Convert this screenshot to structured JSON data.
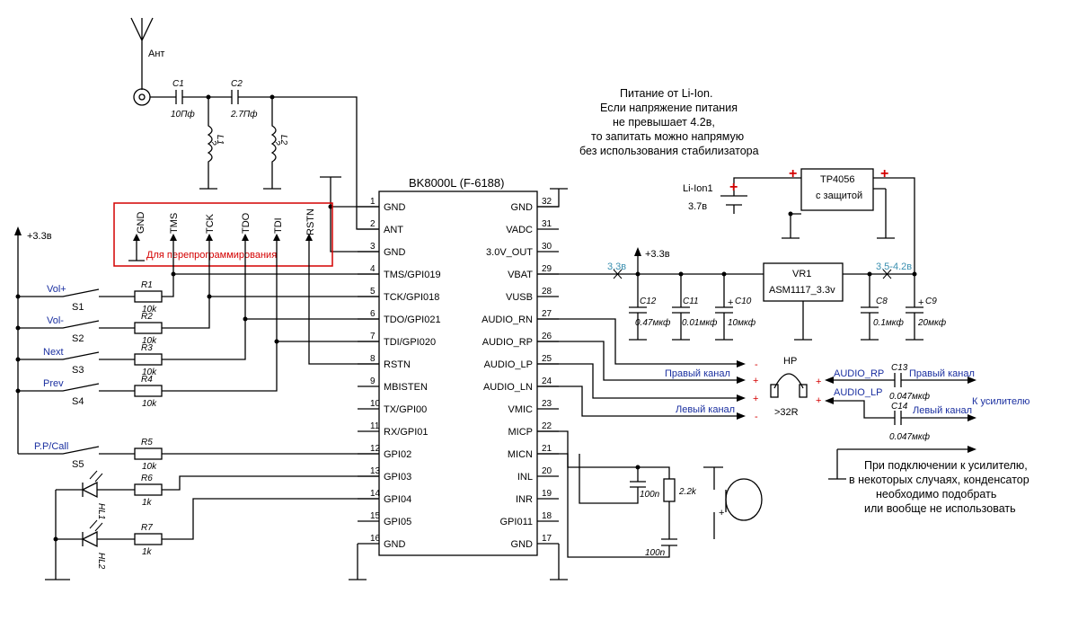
{
  "antenna": {
    "label": "Ант"
  },
  "capacitors": {
    "c1": {
      "ref": "C1",
      "value": "10Пф"
    },
    "c2": {
      "ref": "C2",
      "value": "2.7Пф"
    },
    "c12": {
      "ref": "C12",
      "value": "0.47мкф"
    },
    "c11": {
      "ref": "C11",
      "value": "0.01мкф"
    },
    "c10": {
      "ref": "C10",
      "value": "10мкф"
    },
    "c8": {
      "ref": "C8",
      "value": "0.1мкф"
    },
    "c9": {
      "ref": "C9",
      "value": "20мкф"
    },
    "c13": {
      "ref": "C13",
      "value": "0.047мкф"
    },
    "c14": {
      "ref": "C14",
      "value": "0.047мкф"
    },
    "mic_c1": {
      "value": "100n"
    },
    "mic_c2": {
      "value": "100n"
    }
  },
  "inductors": {
    "l1": {
      "ref": "L1",
      "value": "?"
    },
    "l2": {
      "ref": "L2",
      "value": "?"
    }
  },
  "chip": {
    "title": "BK8000L (F-6188)",
    "left_pins": [
      {
        "num": "1",
        "name": "GND"
      },
      {
        "num": "2",
        "name": "ANT"
      },
      {
        "num": "3",
        "name": "GND"
      },
      {
        "num": "4",
        "name": "TMS/GPI019"
      },
      {
        "num": "5",
        "name": "TCK/GPI018"
      },
      {
        "num": "6",
        "name": "TDO/GPI021"
      },
      {
        "num": "7",
        "name": "TDI/GPI020"
      },
      {
        "num": "8",
        "name": "RSTN"
      },
      {
        "num": "9",
        "name": "MBISTEN"
      },
      {
        "num": "10",
        "name": "TX/GPI00"
      },
      {
        "num": "11",
        "name": "RX/GPI01"
      },
      {
        "num": "12",
        "name": "GPI02"
      },
      {
        "num": "13",
        "name": "GPI03"
      },
      {
        "num": "14",
        "name": "GPI04"
      },
      {
        "num": "15",
        "name": "GPI05"
      },
      {
        "num": "16",
        "name": "GND"
      }
    ],
    "right_pins": [
      {
        "num": "32",
        "name": "GND"
      },
      {
        "num": "31",
        "name": "VADC"
      },
      {
        "num": "30",
        "name": "3.0V_OUT"
      },
      {
        "num": "29",
        "name": "VBAT"
      },
      {
        "num": "28",
        "name": "VUSB"
      },
      {
        "num": "27",
        "name": "AUDIO_RN"
      },
      {
        "num": "26",
        "name": "AUDIO_RP"
      },
      {
        "num": "25",
        "name": "AUDIO_LP"
      },
      {
        "num": "24",
        "name": "AUDIO_LN"
      },
      {
        "num": "23",
        "name": "VMIC"
      },
      {
        "num": "22",
        "name": "MICP"
      },
      {
        "num": "21",
        "name": "MICN"
      },
      {
        "num": "20",
        "name": "INL"
      },
      {
        "num": "19",
        "name": "INR"
      },
      {
        "num": "18",
        "name": "GPI011"
      },
      {
        "num": "17",
        "name": "GND"
      }
    ]
  },
  "programming": {
    "pins": [
      "GND",
      "TMS",
      "TCK",
      "TDO",
      "TDI",
      "RSTN"
    ],
    "caption": "Для перепрограммирования"
  },
  "supply": {
    "rail": "+3.3в"
  },
  "buttons": [
    {
      "name": "Vol+",
      "switch": "S1",
      "resistor": "R1",
      "value": "10k"
    },
    {
      "name": "Vol-",
      "switch": "S2",
      "resistor": "R2",
      "value": "10k"
    },
    {
      "name": "Next",
      "switch": "S3",
      "resistor": "R3",
      "value": "10k"
    },
    {
      "name": "Prev",
      "switch": "S4",
      "resistor": "R4",
      "value": "10k"
    },
    {
      "name": "P.P/Call",
      "switch": "S5",
      "resistor": "R5",
      "value": "10k"
    }
  ],
  "leds": [
    {
      "ref": "HL1",
      "resistor": "R6",
      "value": "1k"
    },
    {
      "ref": "HL2",
      "resistor": "R7",
      "value": "1k"
    }
  ],
  "power": {
    "note": [
      "Питание от Li-Ion.",
      "Если напряжение питания",
      "не превышает 4.2в,",
      "то запитать можно напрямую",
      "без использования стабилизатора"
    ],
    "battery_ref": "Li-Ion1",
    "battery_voltage": "3.7в",
    "charger_title": "TP4056",
    "charger_sub": "с защитой",
    "regulator_ref": "VR1",
    "regulator_part": "ASM1117_3.3v",
    "vbat_label": "3.3в",
    "vin_label": "3.5-4.2в",
    "rail_label": "+3.3в"
  },
  "audio": {
    "right_channel": "Правый канал",
    "left_channel": "Левый канал",
    "headphone_ref": "HP",
    "headphone_imp": ">32R",
    "audio_rp": "AUDIO_RP",
    "audio_lp": "AUDIO_LP",
    "amp_label": "К усилителю",
    "plus": "+",
    "minus": "-"
  },
  "mic": {
    "resistor": "2.2k",
    "plus": "+"
  },
  "amp_note": [
    "При подключении к усилителю,",
    "в некоторых случаях, конденсатор",
    "необходимо подобрать",
    "или вообще не использовать"
  ]
}
